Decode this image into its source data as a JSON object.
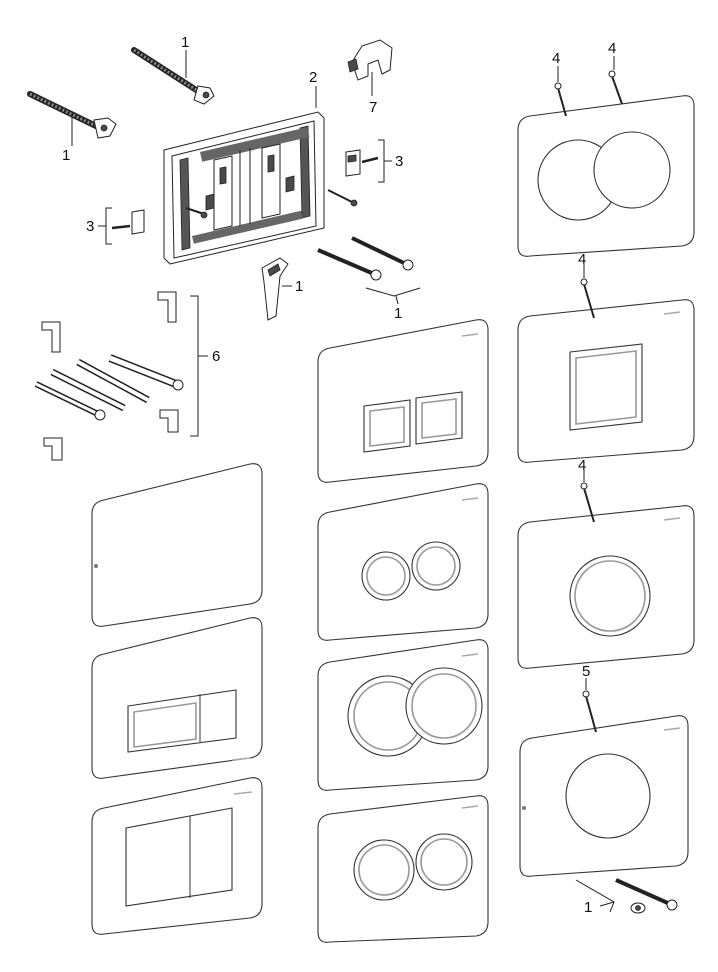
{
  "labels": {
    "callout_1a": "1",
    "callout_1b": "1",
    "callout_1c": "1",
    "callout_1d": "1",
    "callout_1e": "1",
    "callout_2": "2",
    "callout_3a": "3",
    "callout_3b": "3",
    "callout_4a": "4",
    "callout_4b": "4",
    "callout_4c": "4",
    "callout_4d": "4",
    "callout_5": "5",
    "callout_6": "6",
    "callout_7": "7"
  }
}
